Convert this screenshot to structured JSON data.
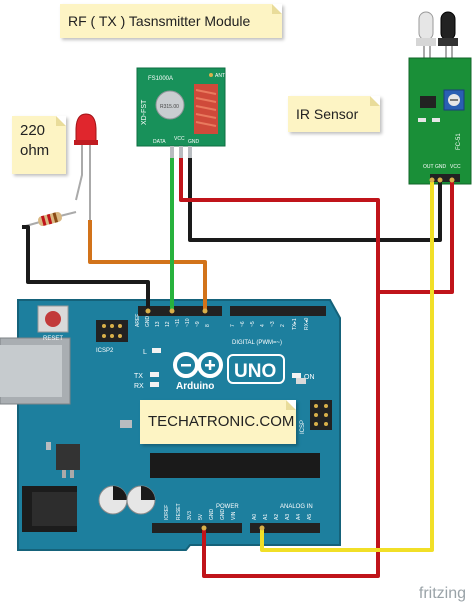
{
  "notes": {
    "rf_module": "RF ( TX ) Tasnsmitter Module",
    "resistor_line1": "220",
    "resistor_line2": "ohm",
    "ir_sensor": "IR Sensor",
    "brand": "TECHATRONIC.COM"
  },
  "rf_module": {
    "model": "FS1000A",
    "side_text": "XD-FST",
    "crystal_text": "R315.00",
    "ant_label": "ANT",
    "pins": [
      "DATA",
      "VCC",
      "GND"
    ]
  },
  "ir_module": {
    "pins": [
      "OUT",
      "GND",
      "VCC"
    ],
    "pcb_text": "FC-51"
  },
  "arduino": {
    "logo_text": "Arduino",
    "model": "UNO",
    "reset_label": "RESET",
    "icsp2_label": "ICSP2",
    "icsp_label": "ICSP",
    "on_label": "ON",
    "l_label": "L",
    "tx_label": "TX",
    "rx_label": "RX",
    "digital_label": "DIGITAL (PWM=~)",
    "analog_label": "ANALOG IN",
    "power_label": "POWER",
    "top_pins": [
      "AREF",
      "GND",
      "13",
      "12",
      "~11",
      "~10",
      "~9",
      "8",
      "7",
      "~6",
      "~5",
      "4",
      "~3",
      "2",
      "TX▸1",
      "RX◂0"
    ],
    "power_pins": [
      "IOREF",
      "RESET",
      "3V3",
      "5V",
      "GND",
      "GND",
      "VIN"
    ],
    "analog_pins": [
      "A0",
      "A1",
      "A2",
      "A3",
      "A4",
      "A5"
    ]
  },
  "footer": {
    "brand": "fritzing"
  },
  "colors": {
    "board": "#1d7f9e",
    "wire_red": "#c0141a",
    "wire_black": "#1a1a1a",
    "wire_yellow": "#f1df27",
    "wire_orange": "#d2731a",
    "wire_green": "#27b23d",
    "rf_pcb": "#18915a",
    "ir_pcb": "#1a8f38",
    "note": "#fdf4c4"
  }
}
